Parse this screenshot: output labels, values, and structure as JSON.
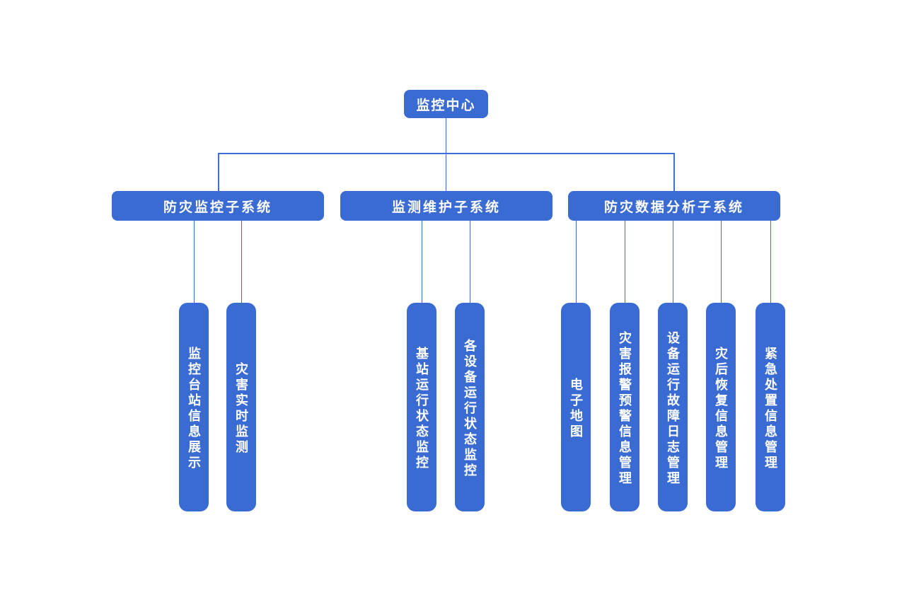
{
  "root": {
    "label": "监控中心"
  },
  "subsystems": [
    {
      "label": "防灾监控子系统",
      "children": [
        "监控台站信息展示",
        "灾害实时监测"
      ]
    },
    {
      "label": "监测维护子系统",
      "children": [
        "基站运行状态监控",
        "各设备运行状态监控"
      ]
    },
    {
      "label": "防灾数据分析子系统",
      "children": [
        "电子地图",
        "灾害报警预警信息管理",
        "设备运行故障日志管理",
        "灾后恢复信息管理",
        "紧急处置信息管理"
      ]
    }
  ],
  "colors": {
    "box": "#3a6bd2",
    "line": "#3f6fd3",
    "text": "#ffffff",
    "background": "#ffffff"
  }
}
